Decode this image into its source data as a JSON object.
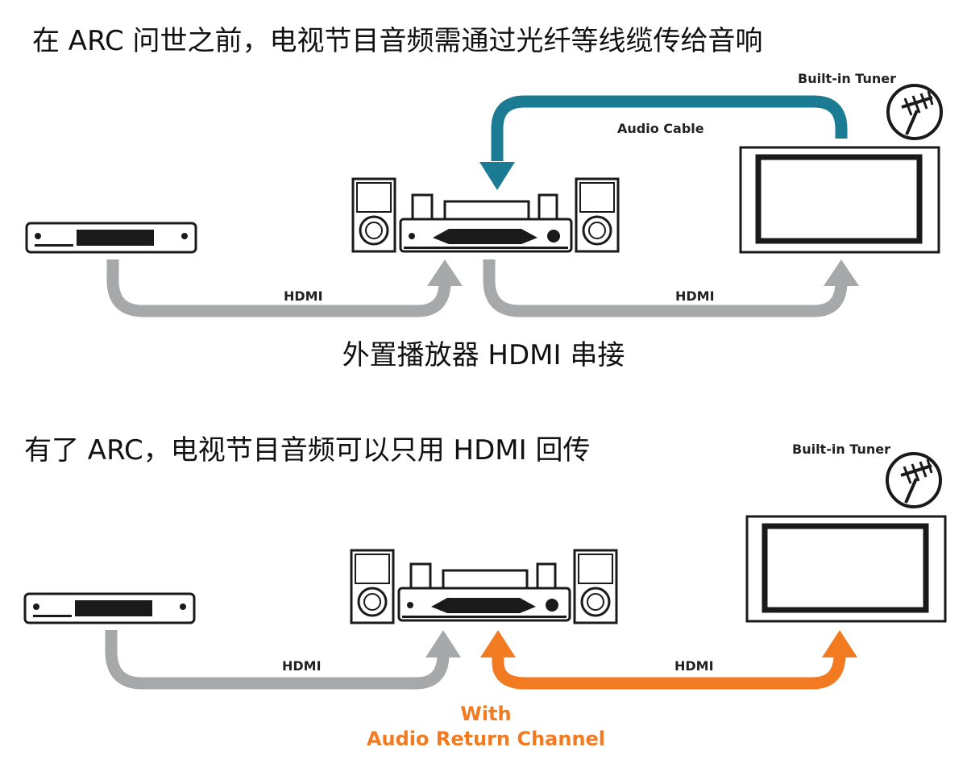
{
  "headings": {
    "before_arc": "在 ARC 问世之前，电视节目音频需通过光纤等线缆传给音响",
    "external_player": "外置播放器 HDMI 串接",
    "with_arc": "有了 ARC，电视节目音频可以只用 HDMI 回传"
  },
  "top_diagram": {
    "tuner_label": "Built-in Tuner",
    "audio_cable_label": "Audio Cable",
    "hdmi_left_label": "HDMI",
    "hdmi_right_label": "HDMI"
  },
  "bottom_diagram": {
    "tuner_label": "Built-in Tuner",
    "hdmi_left_label": "HDMI",
    "hdmi_right_label": "HDMI",
    "arc_line1": "With",
    "arc_line2": "Audio Return Channel"
  },
  "colors": {
    "hdmi_cable": "#a6a8aa",
    "audio_cable": "#1b7b92",
    "arc_cable": "#f27a20",
    "device_outline": "#1a1a1a"
  },
  "icons": [
    "player-icon",
    "receiver-icon",
    "speaker-icon",
    "tv-icon",
    "antenna-icon"
  ]
}
